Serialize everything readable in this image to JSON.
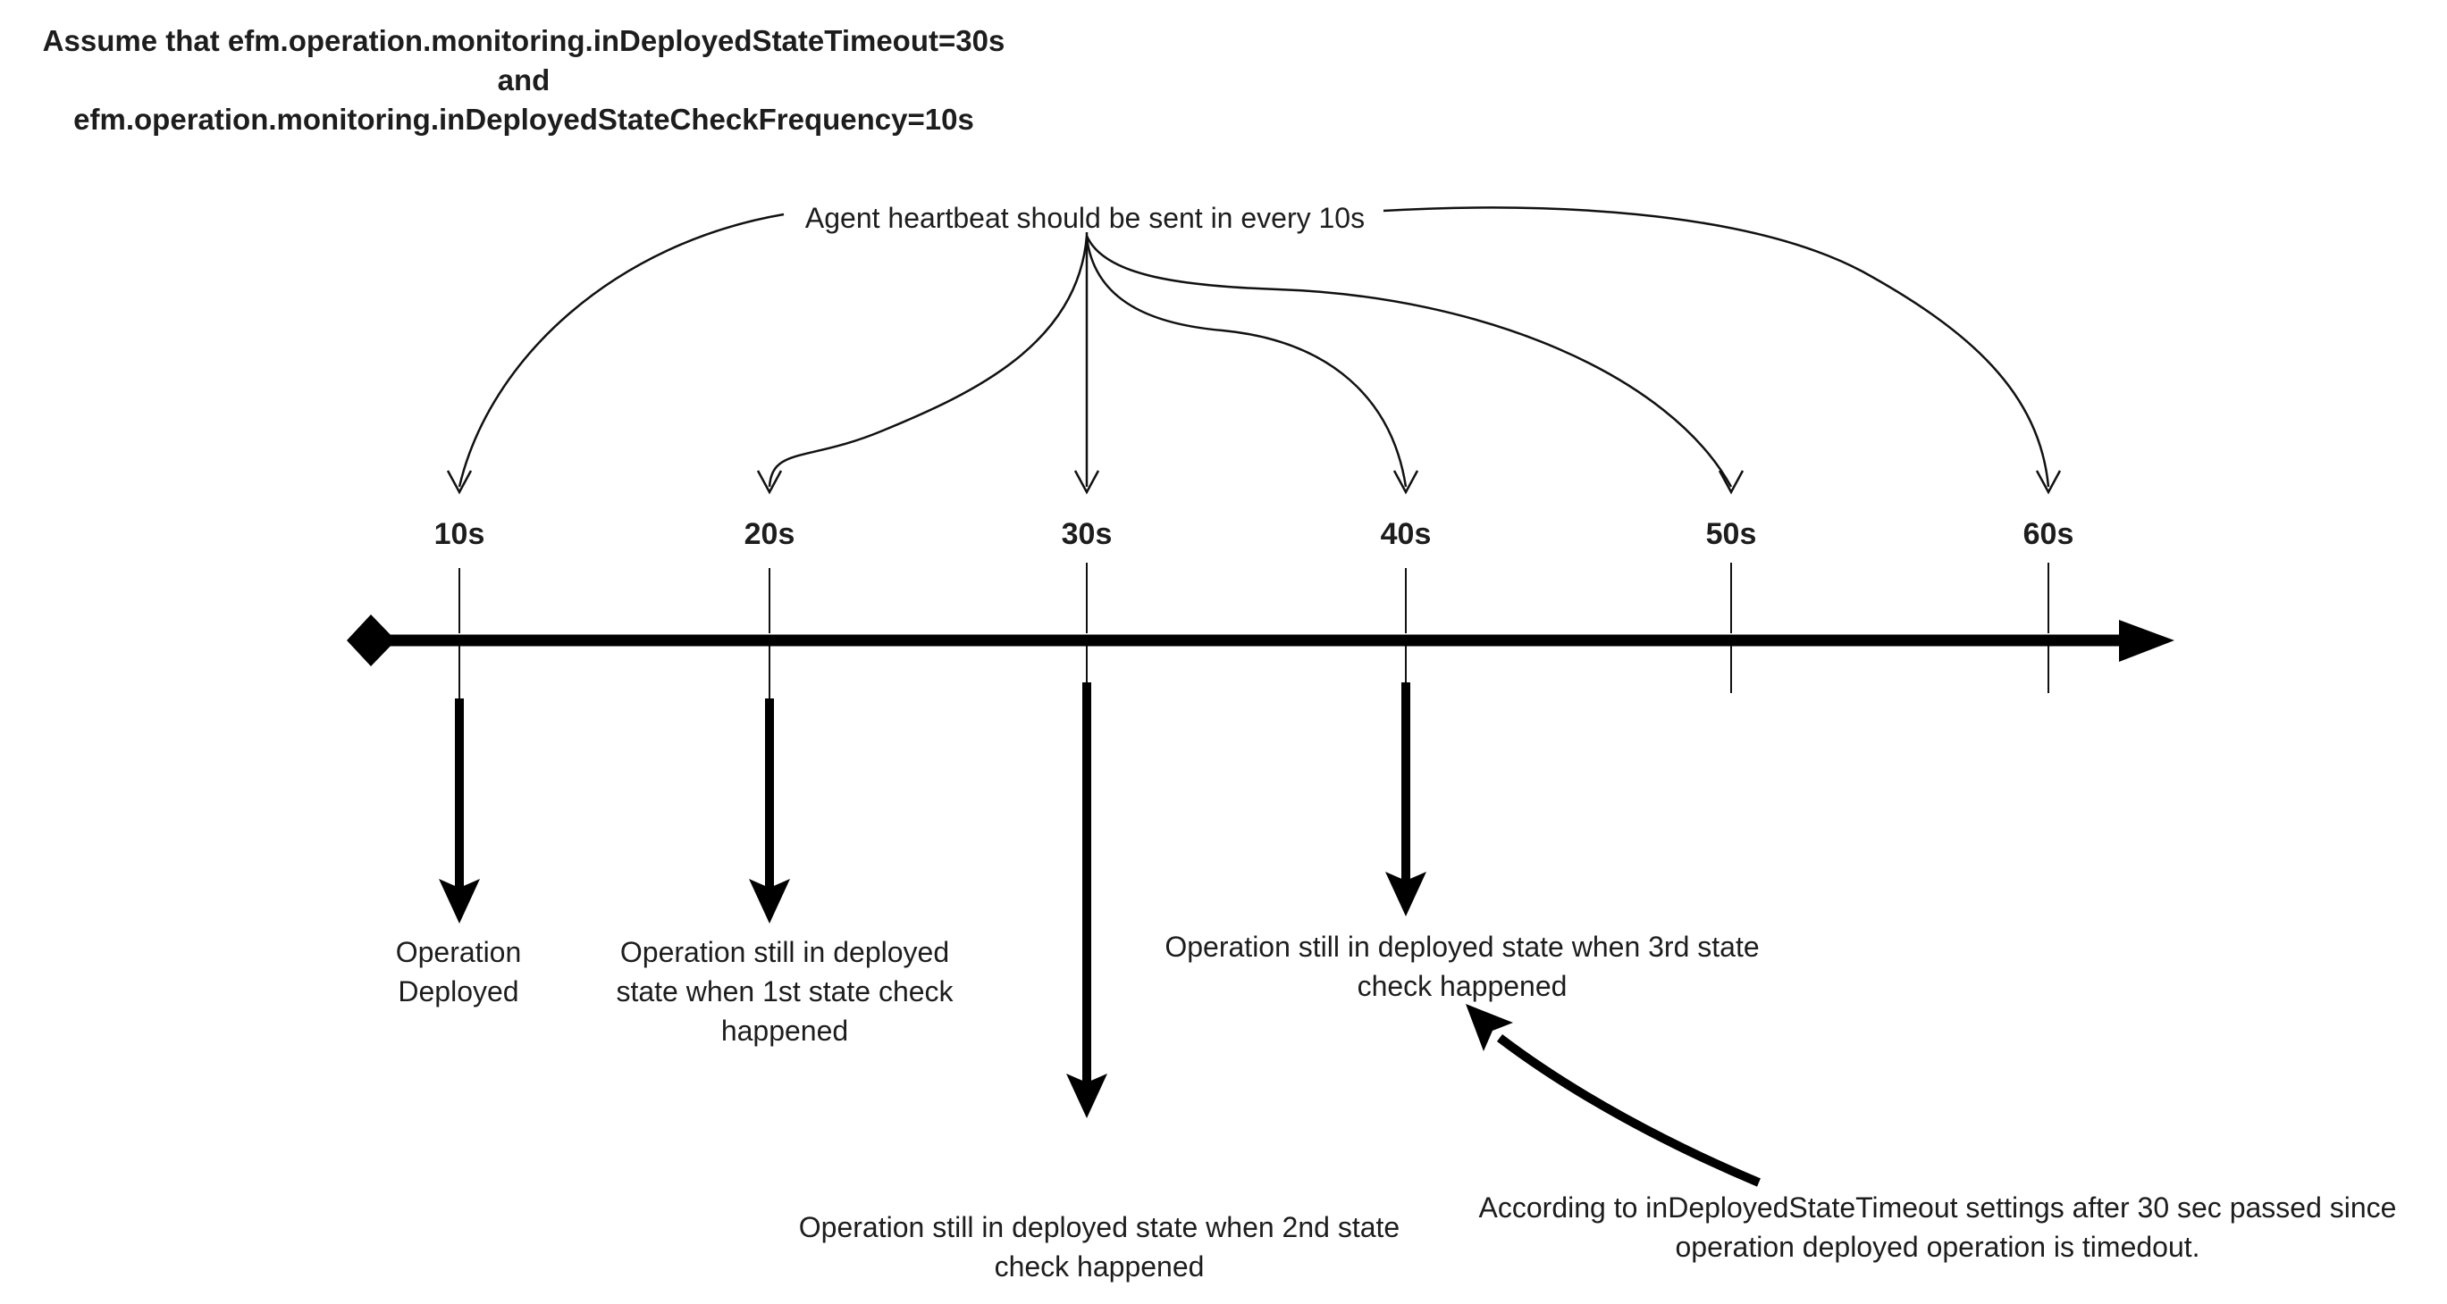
{
  "title": {
    "line1": "Assume that efm.operation.monitoring.inDeployedStateTimeout=30s",
    "line2": "and",
    "line3": "efm.operation.monitoring.inDeployedStateCheckFrequency=10s"
  },
  "heartbeat_note": "Agent heartbeat should be sent in every 10s",
  "timeline": {
    "ticks": [
      "10s",
      "20s",
      "30s",
      "40s",
      "50s",
      "60s"
    ]
  },
  "events": [
    {
      "lines": [
        "Operation",
        "Deployed"
      ]
    },
    {
      "lines": [
        "Operation still in deployed",
        "state when 1st state check",
        "happened"
      ]
    },
    {
      "lines": [
        "Operation still in deployed state when 2nd state",
        "check happened"
      ]
    },
    {
      "lines": [
        "Operation still in deployed state when 3rd state",
        "check happened"
      ]
    }
  ],
  "timeout_note": {
    "lines": [
      "According to inDeployedStateTimeout settings after 30 sec passed since",
      "operation deployed operation is timedout."
    ]
  },
  "icons": {
    "timeline_start": "diamond-icon",
    "timeline_end": "arrow-right-icon",
    "event_marker": "arrow-down-icon",
    "timeout_pointer": "arrow-up-left-icon"
  },
  "colors": {
    "ink": "#1d1d1d",
    "line": "#000000",
    "background": "#ffffff"
  }
}
